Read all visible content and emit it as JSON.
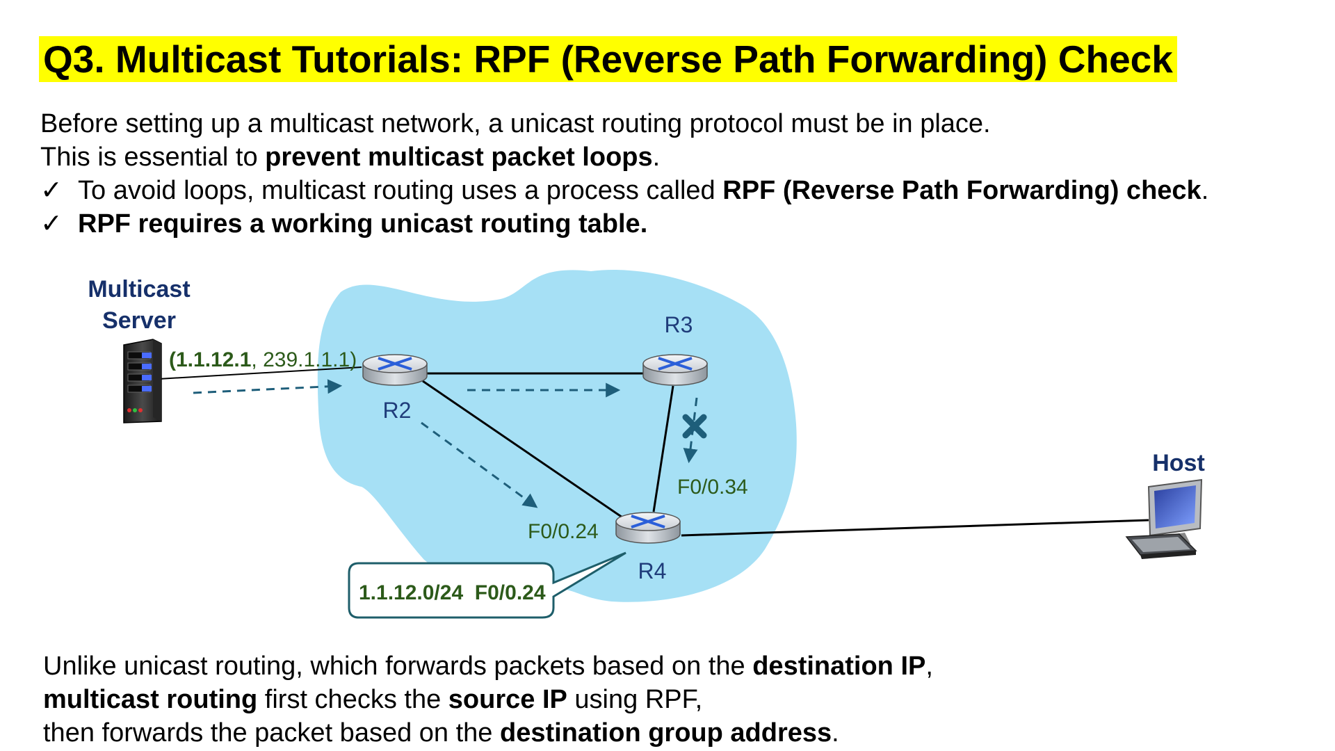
{
  "title": "Q3. Multicast Tutorials: RPF (Reverse Path Forwarding) Check",
  "intro": {
    "line1": "Before setting up a multicast network, a unicast routing protocol must be in place.",
    "line2_pre": "This is essential to ",
    "line2_bold": "prevent multicast packet loops",
    "line2_post": "."
  },
  "bullets": [
    {
      "check": "✓",
      "pre": "To avoid loops, multicast routing uses a process called ",
      "bold": "RPF (Reverse Path Forwarding) check",
      "post": "."
    },
    {
      "check": "✓",
      "pre": "",
      "bold": "RPF requires a working unicast routing table.",
      "post": ""
    }
  ],
  "diagram": {
    "server_label_1": "Multicast",
    "server_label_2": "Server",
    "host_label": "Host",
    "routers": {
      "r2": "R2",
      "r3": "R3",
      "r4": "R4"
    },
    "packet_src": "(1.1.12.1",
    "packet_rest": ", 239.1.1.1)",
    "if_r3_r4": "F0/0.34",
    "if_r2_r4": "F0/0.24",
    "rpf_entry": "1.1.12.0/24  F0/0.24",
    "colors": {
      "cloud": "#a6e0f5",
      "arrow": "#1e5e7a",
      "x_mark": "#1e5e7a",
      "green": "#2c5a1a",
      "navy": "#16306a"
    }
  },
  "bottom": {
    "l1_pre": "Unlike unicast routing, which forwards packets based on the ",
    "l1_bold": "destination IP",
    "l1_post": ",",
    "l2_bold1": "multicast routing",
    "l2_mid": " first checks the ",
    "l2_bold2": "source IP",
    "l2_post": " using RPF,",
    "l3_pre": "then forwards the packet based on the ",
    "l3_bold": "destination group address",
    "l3_post": "."
  }
}
